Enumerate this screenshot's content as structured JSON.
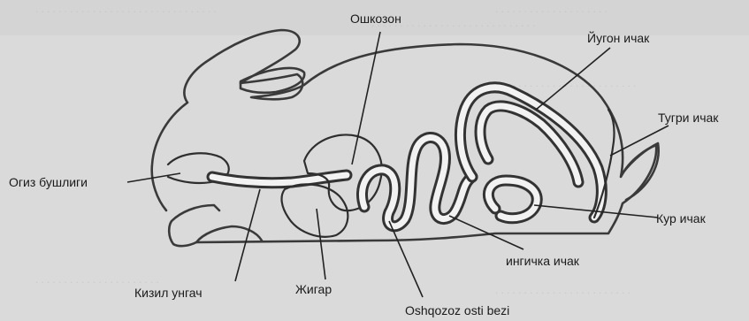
{
  "labels": {
    "stomach": "Ошкозон",
    "small_intestine_big": "Йугон ичак",
    "rectum": "Тугри ичак",
    "crop": "Огиз бушлиги",
    "caecum": "Кур ичак",
    "small_intestine": "ингичка ичак",
    "esophagus": "Кизил унгач",
    "liver": "Жигар",
    "pancreas": "Oshqozoz osti bezi"
  }
}
